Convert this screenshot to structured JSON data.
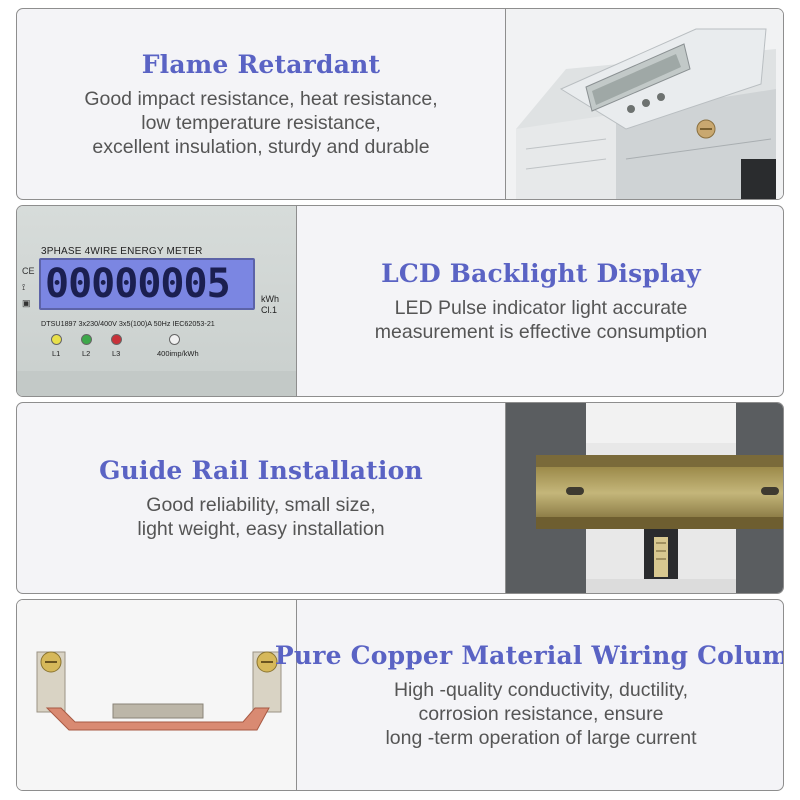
{
  "sections": [
    {
      "title": "Flame Retardant",
      "lines": [
        "Good impact resistance, heat resistance,",
        "low temperature resistance,",
        "excellent insulation, sturdy and durable"
      ],
      "image_icon": "meter-front-photo"
    },
    {
      "title": "LCD Backlight Display",
      "lines": [
        "LED Pulse indicator light accurate",
        "measurement is effective consumption"
      ],
      "image_icon": "lcd-display-photo"
    },
    {
      "title": "Guide Rail Installation",
      "lines": [
        "Good reliability, small size,",
        "light weight, easy installation"
      ],
      "image_icon": "din-rail-photo"
    },
    {
      "title": "Pure Copper Material Wiring Column",
      "lines": [
        "High -quality conductivity, ductility,",
        "corrosion resistance, ensure",
        "long -term operation of large current"
      ],
      "image_icon": "copper-busbar-photo"
    }
  ],
  "meter": {
    "header": "3PHASE   4WIRE   ENERGY   METER",
    "reading": "00000005",
    "unit_kwh": "kWh",
    "class": "Cl.1",
    "specs": "DTSU1897   3x230/400V   3x5(100)A   50Hz   IEC62053-21",
    "leds": [
      "L1",
      "L2",
      "L3"
    ],
    "pulse": "400imp/kWh",
    "mark_ce": "CE"
  },
  "colors": {
    "title": "#5a63c4",
    "text": "#555555",
    "border": "#8e8e8e",
    "lcd": "#7b86e2"
  }
}
